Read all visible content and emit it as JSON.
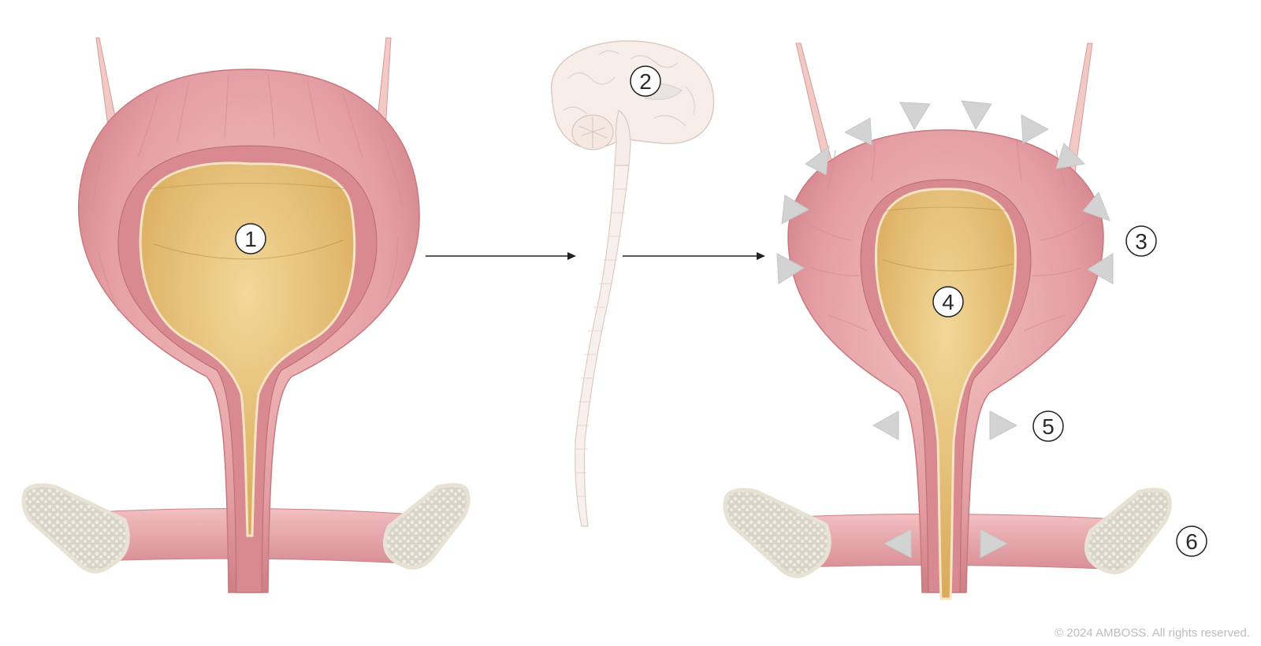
{
  "diagram": {
    "markers": {
      "m1": "1",
      "m2": "2",
      "m3": "3",
      "m4": "4",
      "m5": "5",
      "m6": "6"
    },
    "copyright": "© 2024 AMBOSS. All rights reserved."
  },
  "colors": {
    "muscle": "#e7a3a6",
    "muscle_dark": "#cf7f86",
    "urine": "#e6bf6c",
    "urine_light": "#f0d595",
    "bone": "#ece7dc",
    "brain": "#f6ece8",
    "arrowhead": "#d3d3d3",
    "arrow": "#222222"
  }
}
